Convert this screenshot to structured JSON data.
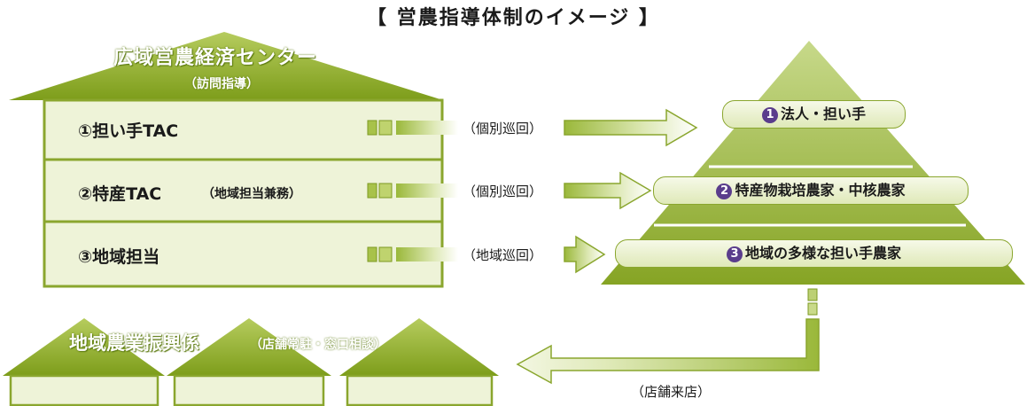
{
  "title": "【 営農指導体制のイメージ 】",
  "center": {
    "name": "広域営農経済センター",
    "sub": "（訪問指導）",
    "rows": [
      {
        "label": "①担い手TAC",
        "note": "",
        "visit": "（個別巡回）"
      },
      {
        "label": "②特産TAC",
        "note": "（地域担当兼務）",
        "visit": "（個別巡回）"
      },
      {
        "label": "③地域担当",
        "note": "",
        "visit": "（地域巡回）"
      }
    ]
  },
  "pyramid": {
    "tiers": [
      {
        "num": "1",
        "label": "法人・担い手"
      },
      {
        "num": "2",
        "label": "特産物栽培農家・中核農家"
      },
      {
        "num": "3",
        "label": "地域の多様な担い手農家"
      }
    ]
  },
  "branch": {
    "name": "地域農業振興係",
    "sub": "（店舗常駐・窓口相談）",
    "visit": "（店舗来店）"
  },
  "colors": {
    "green_dark": "#7f9f1c",
    "green_light": "#b6cc6c",
    "pale": "#eef3d8"
  }
}
